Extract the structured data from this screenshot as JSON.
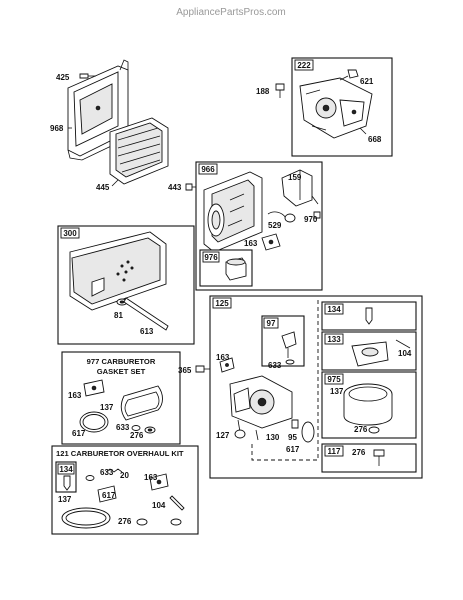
{
  "watermark": "AppliancePartsPros.com",
  "boxes": {
    "b222": "222",
    "b966": "966",
    "b976": "976",
    "b300": "300",
    "b125": "125",
    "b97": "97",
    "b134a": "134",
    "b133": "133",
    "b975": "975",
    "b117": "117",
    "b134b": "134"
  },
  "kits": {
    "gasket_title_1": "977 CARBURETOR",
    "gasket_title_2": "GASKET SET",
    "overhaul_title": "121 CARBURETOR OVERHAUL KIT"
  },
  "labels": {
    "p425": "425",
    "p968": "968",
    "p445": "445",
    "p443": "443",
    "p188": "188",
    "p621": "621",
    "p668": "668",
    "p159": "159",
    "p529": "529",
    "p970": "970",
    "p163a": "163",
    "p81": "81",
    "p613": "613",
    "p163b": "163",
    "p137a": "137",
    "p617a": "617",
    "p633a": "633",
    "p276a": "276",
    "p365": "365",
    "p163c": "163",
    "p633b": "633",
    "p127": "127",
    "p130": "130",
    "p95": "95",
    "p617b": "617",
    "p104a": "104",
    "p137b": "137",
    "p276b": "276",
    "p276c": "276",
    "p633c": "633",
    "p617c": "617",
    "p163d": "163",
    "p137c": "137",
    "p104b": "104",
    "p276d": "276",
    "p20": "20"
  }
}
